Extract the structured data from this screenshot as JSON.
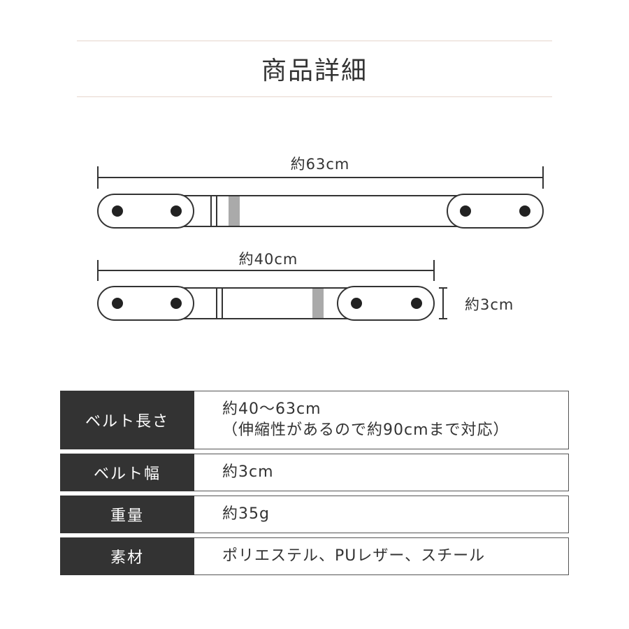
{
  "header": {
    "title": "商品詳細"
  },
  "diagram": {
    "long_length": "約63cm",
    "short_length": "約40cm",
    "width": "約3cm"
  },
  "specs": [
    {
      "label": "ベルト長さ",
      "lines": [
        "約40～63cm",
        "（伸縮性があるので約90cmまで対応）"
      ]
    },
    {
      "label": "ベルト幅",
      "lines": [
        "約3cm"
      ]
    },
    {
      "label": "重量",
      "lines": [
        "約35g"
      ]
    },
    {
      "label": "素材",
      "lines": [
        "ポリエステル、PUレザー、スチール"
      ]
    }
  ],
  "colors": {
    "dark": "#333333",
    "accent_rule": "#e6d6cc",
    "elastic": "#aaaaaa"
  }
}
